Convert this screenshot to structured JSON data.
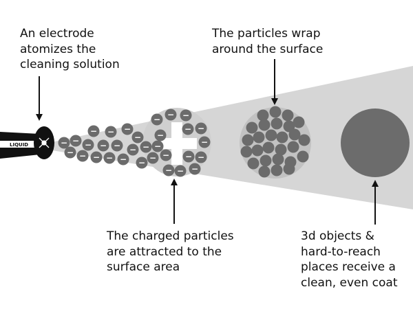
{
  "captions": {
    "electrode": "An electrode\natomizes the\ncleaning solution",
    "wrap": "The particles wrap\naround the surface",
    "attracted": "The charged particles\nare attracted to the\nsurface area",
    "objects": "3d objects &\nhard-to-reach\nplaces receive a\nclean, even coat"
  },
  "nozzle_label": "LIQUID",
  "particle_symbol": "−",
  "colors": {
    "spray": "#d6d6d6",
    "nozzle": "#111111",
    "particle": "#6b6b6b",
    "particle_dark": "#555555",
    "object_glow": "#cfcfcf",
    "cloud": "#c2c2c2",
    "object": "#6c6c6c",
    "arrow": "#111111"
  },
  "icons": [
    "electrode-icon",
    "plus-icon",
    "minus-icon",
    "arrow-down-icon",
    "arrow-up-icon"
  ]
}
